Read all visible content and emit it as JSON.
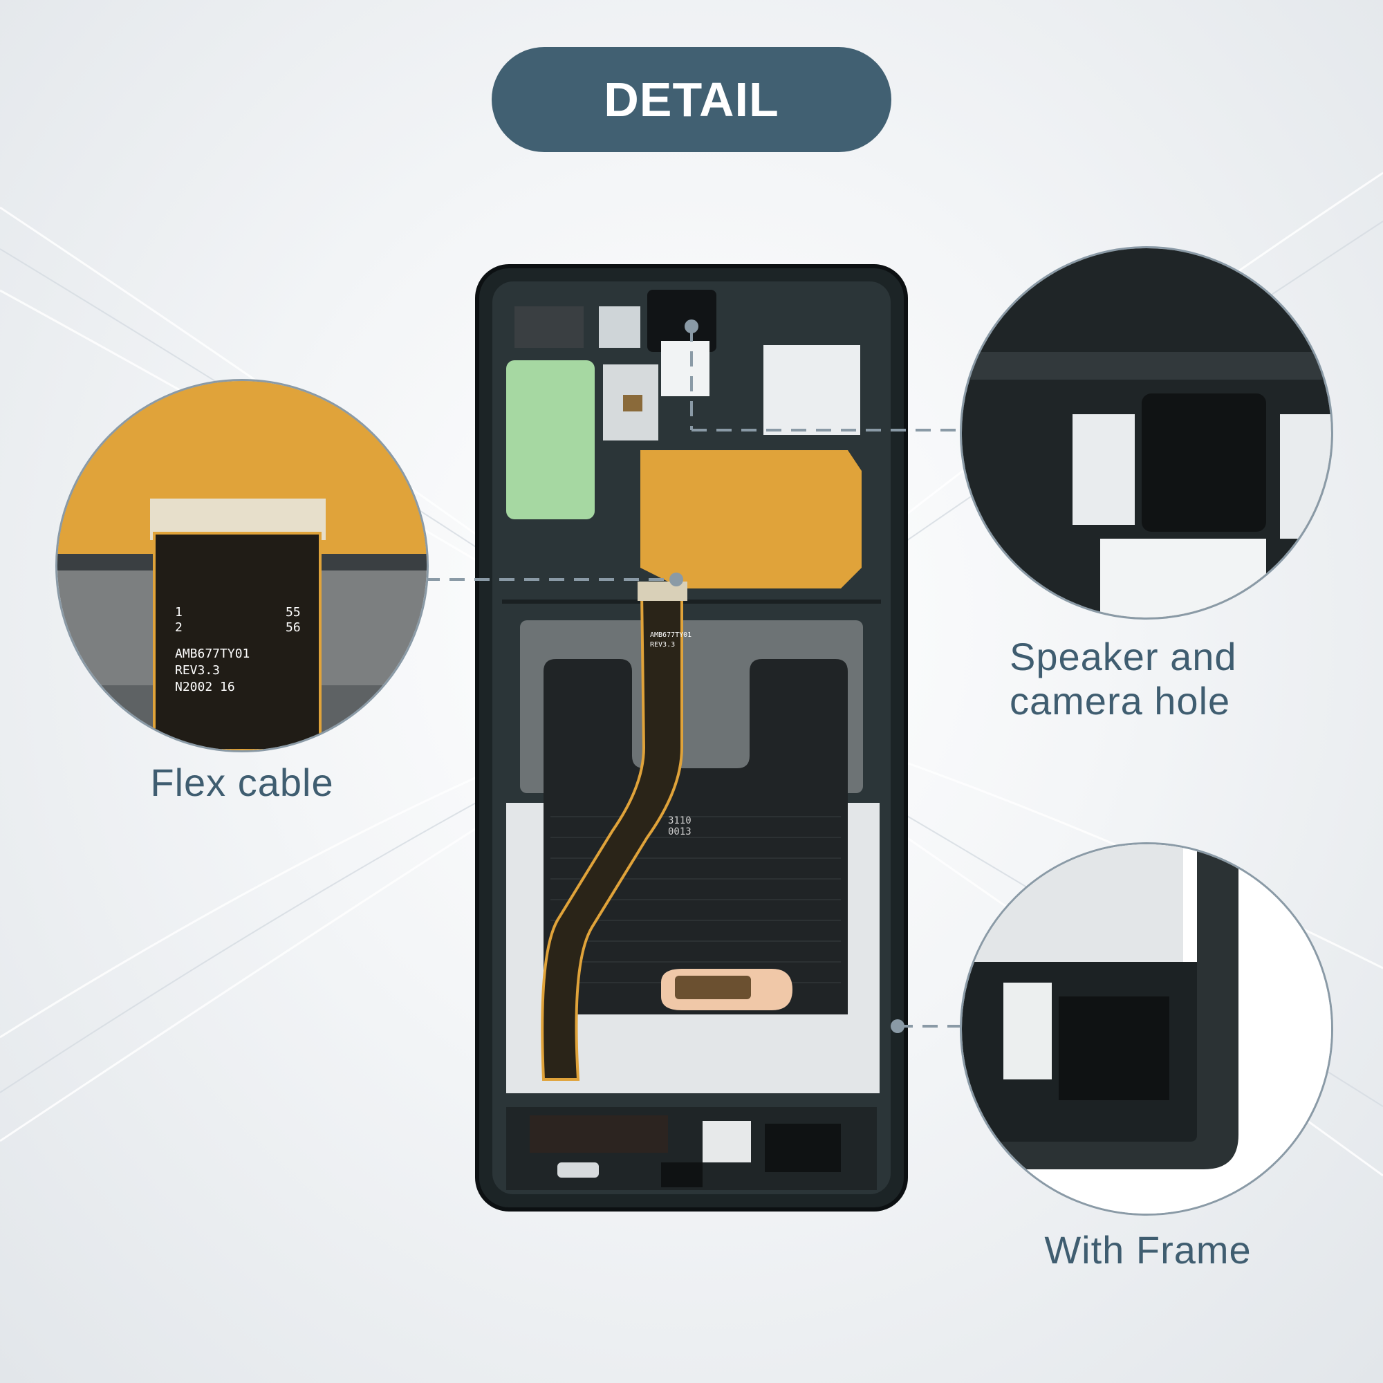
{
  "header": {
    "badge_text": "DETAIL"
  },
  "callouts": {
    "flex_cable": {
      "label": "Flex cable",
      "icon": "flex-cable-closeup"
    },
    "speaker_camera": {
      "label_line1": "Speaker and",
      "label_line2": "camera hole",
      "icon": "speaker-camera-closeup"
    },
    "frame": {
      "label": "With Frame",
      "icon": "frame-closeup"
    }
  },
  "phone": {
    "flex_text": {
      "l1": "1",
      "l2": "2",
      "r1": "55",
      "r2": "56",
      "model": "AMB677TY01",
      "rev": "REV3.3",
      "date": "N2002 16"
    },
    "center_code": {
      "l1": "3110",
      "l2": "0013"
    }
  },
  "colors": {
    "badge": "#416072",
    "label_text": "#3f5d70",
    "frame": "#1c2426",
    "copper": "#e0a33a",
    "leader": "#8a9aa6"
  }
}
